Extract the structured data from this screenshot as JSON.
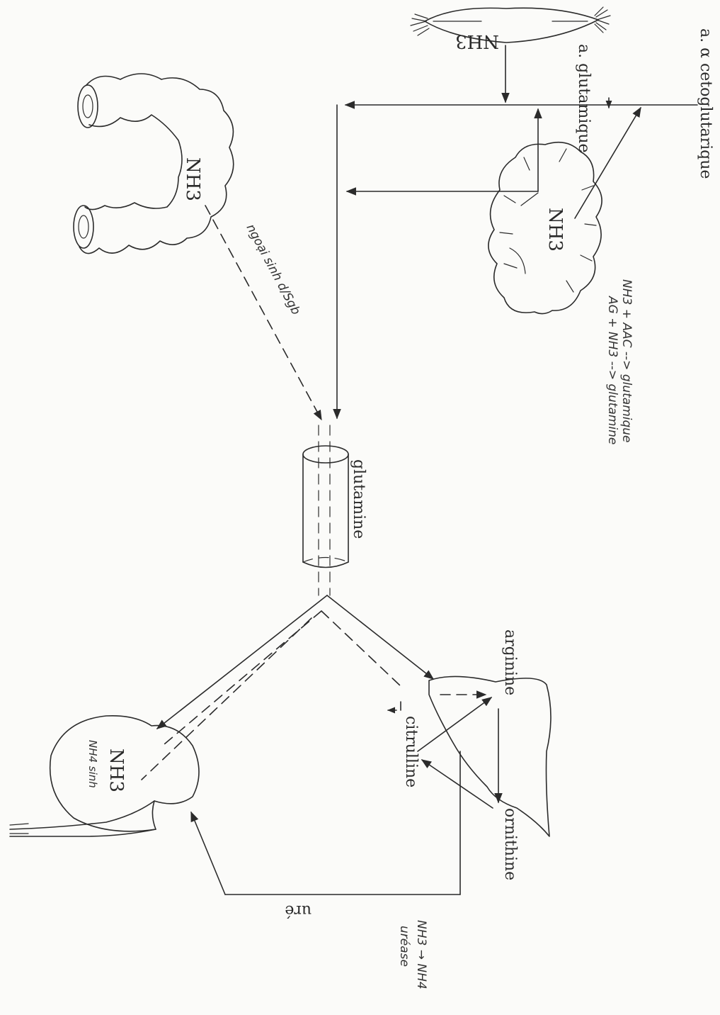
{
  "labels": {
    "nh3_muscle": "NH3",
    "acetoglutarique": "a. α cetoglutarique",
    "glutamique": "a. glutamique",
    "nh3_brain": "NH3",
    "reaction_1": "NH3 + AAC --> glutamique",
    "reaction_2": "AG + NH3 --> glutamine",
    "nh3_intestine": "NH3",
    "ngoai_sinh": "ngoại sinh d/Sgb",
    "glutamine": "glutamine",
    "arginine": "arginine",
    "citrulline": "citrulline",
    "ornithine": "ornithine",
    "nh3_kidney": "NH3",
    "nh3_kidney_note": "NH4 sinh",
    "uree": "uré",
    "nh4_reaction": "NH3 → NH4",
    "uree_sub": "uréase"
  },
  "icons": [
    "muscle-icon",
    "brain-icon",
    "intestine-icon",
    "glutamine-cylinder-icon",
    "liver-icon",
    "kidney-icon"
  ]
}
